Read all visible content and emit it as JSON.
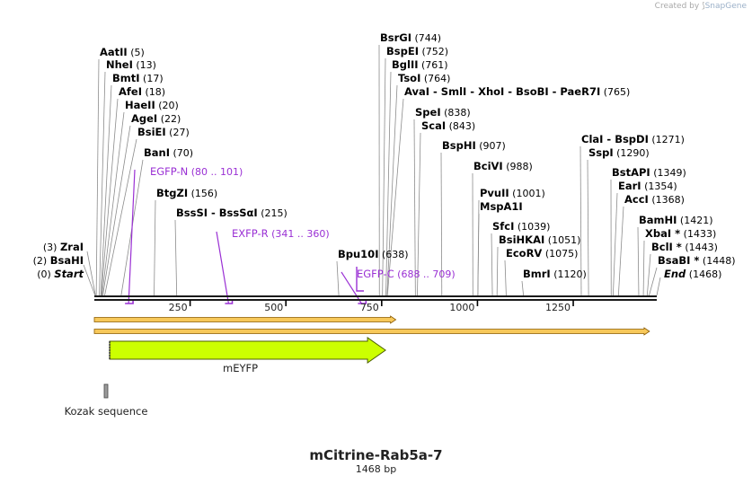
{
  "brand": {
    "prefix": "Created by",
    "name": "SnapGene"
  },
  "title": "mCitrine-Rab5a-7",
  "subtitle": "1468 bp",
  "map": {
    "length": 1468,
    "ticks": [
      250,
      500,
      750,
      1000,
      1250
    ],
    "colors": {
      "backbone": "#1a1a1a",
      "primer": "#9a30d4",
      "site": "#000000",
      "feature": "#ccff00",
      "orf": "#f7c85a"
    },
    "enzymes": [
      {
        "name": "AatII",
        "pos": "(5)",
        "site": 5
      },
      {
        "name": "NheI",
        "pos": "(13)",
        "site": 13
      },
      {
        "name": "BmtI",
        "pos": "(17)",
        "site": 17
      },
      {
        "name": "AfeI",
        "pos": "(18)",
        "site": 18
      },
      {
        "name": "HaeII",
        "pos": "(20)",
        "site": 20
      },
      {
        "name": "AgeI",
        "pos": "(22)",
        "site": 22
      },
      {
        "name": "BsiEI",
        "pos": "(27)",
        "site": 27
      },
      {
        "name": "BanI",
        "pos": "(70)",
        "site": 70
      },
      {
        "name": "BtgZI",
        "pos": "(156)",
        "site": 156
      },
      {
        "name": "BssSI - BssSαI",
        "pos": "(215)",
        "site": 215
      },
      {
        "name": "Bpu10I",
        "pos": "(638)",
        "site": 638
      },
      {
        "name": "BsrGI",
        "pos": "(744)",
        "site": 744
      },
      {
        "name": "BspEI",
        "pos": "(752)",
        "site": 752
      },
      {
        "name": "BglII",
        "pos": "(761)",
        "site": 761
      },
      {
        "name": "TsoI",
        "pos": "(764)",
        "site": 764
      },
      {
        "name": "AvaI - SmlI - XhoI - BsoBI - PaeR7I",
        "pos": "(765)",
        "site": 765
      },
      {
        "name": "SpeI",
        "pos": "(838)",
        "site": 838
      },
      {
        "name": "ScaI",
        "pos": "(843)",
        "site": 843
      },
      {
        "name": "BspHI",
        "pos": "(907)",
        "site": 907
      },
      {
        "name": "BciVI",
        "pos": "(988)",
        "site": 988
      },
      {
        "name": "PvuII",
        "pos": "(1001)",
        "site": 1001
      },
      {
        "name": "MspA1I",
        "pos": "",
        "site": 1001
      },
      {
        "name": "SfcI",
        "pos": "(1039)",
        "site": 1039
      },
      {
        "name": "BsiHKAI",
        "pos": "(1051)",
        "site": 1051
      },
      {
        "name": "EcoRV",
        "pos": "(1075)",
        "site": 1075
      },
      {
        "name": "BmrI",
        "pos": "(1120)",
        "site": 1120
      },
      {
        "name": "ClaI - BspDI",
        "pos": "(1271)",
        "site": 1271
      },
      {
        "name": "SspI",
        "pos": "(1290)",
        "site": 1290
      },
      {
        "name": "BstAPI",
        "pos": "(1349)",
        "site": 1349
      },
      {
        "name": "EarI",
        "pos": "(1354)",
        "site": 1354
      },
      {
        "name": "AccI",
        "pos": "(1368)",
        "site": 1368
      },
      {
        "name": "BamHI",
        "pos": "(1421)",
        "site": 1421
      },
      {
        "name": "XbaI *",
        "pos": "(1433)",
        "site": 1433
      },
      {
        "name": "BclI *",
        "pos": "(1443)",
        "site": 1443
      },
      {
        "name": "BsaBI *",
        "pos": "(1448)",
        "site": 1448
      }
    ],
    "left_sites": [
      {
        "name": "ZraI",
        "pos": "(3)"
      },
      {
        "name": "BsaHI",
        "pos": "(2)"
      },
      {
        "name": "Start",
        "pos": "(0)"
      }
    ],
    "end_site": {
      "name": "End",
      "pos": "(1468)"
    },
    "primers": [
      {
        "name": "EGFP-N",
        "range": "(80 .. 101)",
        "start": 80,
        "end": 101
      },
      {
        "name": "EXFP-R",
        "range": "(341 .. 360)",
        "start": 341,
        "end": 360
      },
      {
        "name": "EGFP-C",
        "range": "(688 .. 709)",
        "start": 688,
        "end": 709
      }
    ],
    "orfs": [
      {
        "start": 0,
        "end": 787
      },
      {
        "start": 0,
        "end": 1449
      }
    ],
    "features": [
      {
        "name": "mEYFP",
        "start": 40,
        "end": 760,
        "color": "#ccff00"
      },
      {
        "name": "Kozak sequence",
        "start": 28,
        "end": 39,
        "color": "#999999"
      }
    ]
  }
}
